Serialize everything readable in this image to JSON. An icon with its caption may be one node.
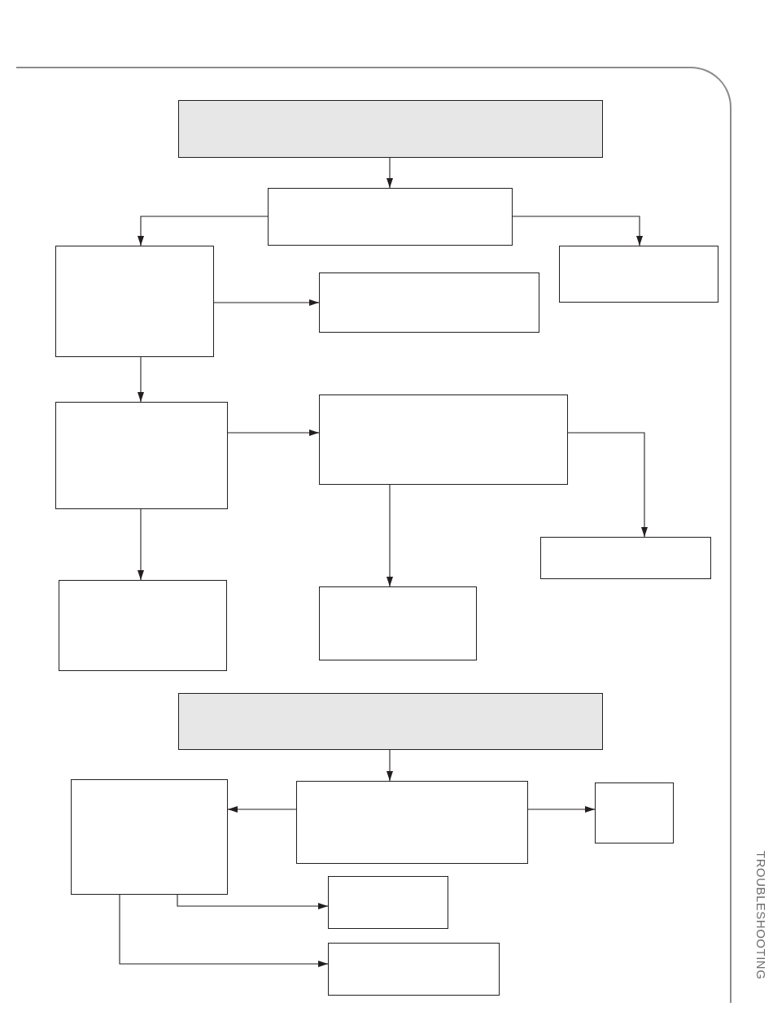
{
  "diagram": {
    "nodes": [
      {
        "text": [],
        "shape": "box"
      },
      {
        "text": [],
        "shape": "box"
      },
      {
        "text": [],
        "shape": "box"
      },
      {
        "text": [],
        "shape": "box"
      },
      {
        "text": [],
        "shape": "box"
      },
      {
        "text": [],
        "shape": "box"
      },
      {
        "text": [],
        "shape": "box"
      },
      {
        "text": [],
        "shape": "box"
      },
      {
        "text": [],
        "shape": "box"
      },
      {
        "text": [],
        "shape": "box"
      },
      {
        "text": [],
        "shape": "box"
      },
      {
        "text": [],
        "shape": "box"
      },
      {
        "text": [],
        "shape": "box"
      },
      {
        "text": [],
        "shape": "box"
      },
      {
        "text": [],
        "shape": "box"
      },
      {
        "text": [],
        "shape": "box"
      }
    ],
    "edges": [
      {
        "from": 0,
        "to": 1,
        "arrow": "to"
      },
      {
        "from": 1,
        "to": 2,
        "arrow": "to"
      },
      {
        "from": 1,
        "to": 4,
        "arrow": "to"
      },
      {
        "from": 2,
        "to": 3,
        "arrow": "to"
      },
      {
        "from": 2,
        "to": 5,
        "arrow": "to"
      },
      {
        "from": 5,
        "to": 6,
        "arrow": "to"
      },
      {
        "from": 6,
        "to": 7,
        "arrow": "to"
      },
      {
        "from": 5,
        "to": 8,
        "arrow": "to"
      },
      {
        "from": 6,
        "to": 9,
        "arrow": "to"
      },
      {
        "from": 10,
        "to": 12,
        "arrow": "to"
      },
      {
        "from": 12,
        "to": 11,
        "arrow": "to"
      },
      {
        "from": 12,
        "to": 13,
        "arrow": "to"
      },
      {
        "from": 11,
        "to": 14,
        "arrow": "to"
      },
      {
        "from": 11,
        "to": 15,
        "arrow": "to"
      }
    ],
    "labels": [
      "TROUBLESHOOTING"
    ]
  }
}
